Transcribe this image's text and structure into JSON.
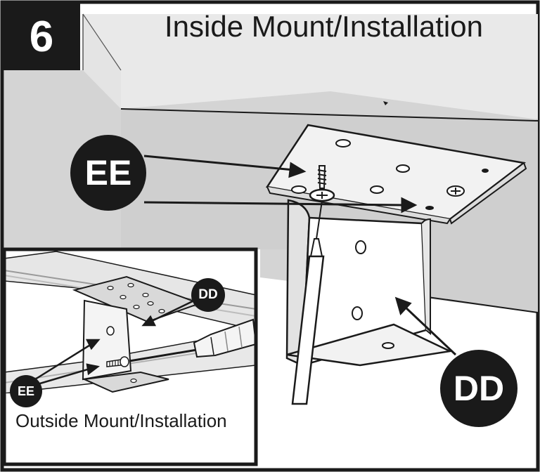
{
  "step": {
    "number": "6"
  },
  "title": "Inside Mount/Installation",
  "inset": {
    "caption": "Outside Mount/Installation"
  },
  "callouts": {
    "ee_main": "EE",
    "dd_main": "DD",
    "dd_inset": "DD",
    "ee_inset": "EE"
  }
}
